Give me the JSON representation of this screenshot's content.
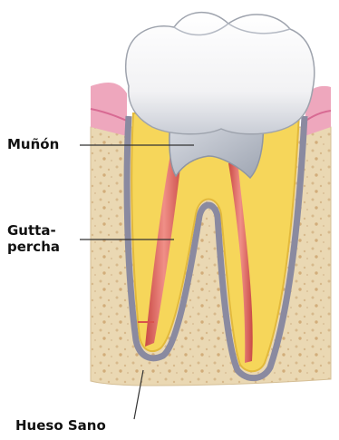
{
  "diagram": {
    "labels": {
      "munon": "Muñón",
      "gutta_line1": "Gutta-",
      "gutta_line2": "percha",
      "hueso": "Hueso Sano"
    }
  },
  "colors": {
    "enamel": "#f3f3f3",
    "enamel_shadow": "#c9cdd6",
    "dentin": "#f6d65a",
    "dentin_edge": "#e2b93c",
    "gutta_percha": "#e0605a",
    "gutta_highlight": "#f3a6a0",
    "core": "#b8bec8",
    "gum": "#eea7bd",
    "gum_dark": "#d86a93",
    "bone": "#ead8b3",
    "bone_speckle": "#d7b98c",
    "periodontal": "#8a8aa0"
  }
}
